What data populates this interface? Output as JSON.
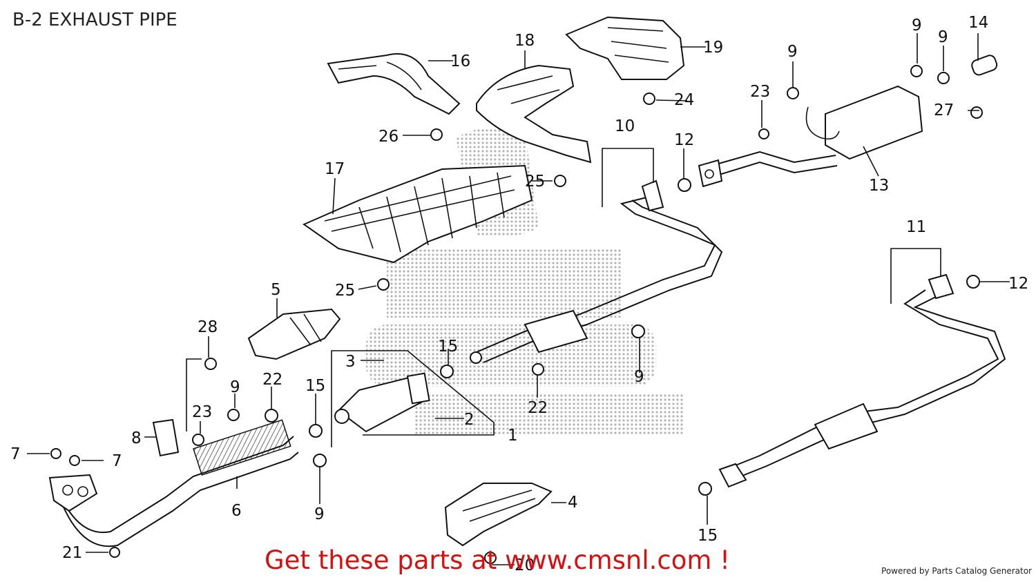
{
  "header": {
    "title": "B-2 EXHAUST PIPE"
  },
  "footer": {
    "promo": "Get these parts at www.cmsnl.com !",
    "powered_by": "Powered by Parts Catalog Generator"
  },
  "watermark": {
    "brand_color": "#9a9a9a"
  },
  "accent_color": "#d80f0f",
  "callouts": [
    {
      "label": "1"
    },
    {
      "label": "2"
    },
    {
      "label": "3"
    },
    {
      "label": "4"
    },
    {
      "label": "5"
    },
    {
      "label": "6"
    },
    {
      "label": "7"
    },
    {
      "label": "7"
    },
    {
      "label": "8"
    },
    {
      "label": "9"
    },
    {
      "label": "9"
    },
    {
      "label": "9"
    },
    {
      "label": "9"
    },
    {
      "label": "9"
    },
    {
      "label": "9"
    },
    {
      "label": "10"
    },
    {
      "label": "11"
    },
    {
      "label": "12"
    },
    {
      "label": "12"
    },
    {
      "label": "13"
    },
    {
      "label": "14"
    },
    {
      "label": "15"
    },
    {
      "label": "15"
    },
    {
      "label": "15"
    },
    {
      "label": "16"
    },
    {
      "label": "17"
    },
    {
      "label": "18"
    },
    {
      "label": "19"
    },
    {
      "label": "20"
    },
    {
      "label": "21"
    },
    {
      "label": "22"
    },
    {
      "label": "22"
    },
    {
      "label": "23"
    },
    {
      "label": "23"
    },
    {
      "label": "24"
    },
    {
      "label": "25"
    },
    {
      "label": "25"
    },
    {
      "label": "26"
    },
    {
      "label": "27"
    },
    {
      "label": "28"
    }
  ]
}
